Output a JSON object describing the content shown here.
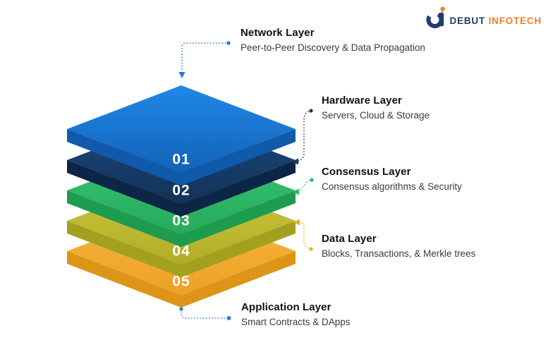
{
  "logo": {
    "brand_primary": "DEBUT",
    "brand_secondary": "INFOTECH",
    "primary_color": "#1e3a6e",
    "secondary_color": "#f0812c",
    "icon": "di-monogram-icon"
  },
  "diagram": {
    "type": "stacked-3d-layers",
    "number_text_color": "#ffffff",
    "layers": [
      {
        "number": "01",
        "title": "Network Layer",
        "subtitle": "Peer-to-Peer Discovery & Data Propagation",
        "top_color_light": "#2087e8",
        "top_color_dark": "#1263b6",
        "side_color": "#115aab",
        "connector_color": "#2678d8"
      },
      {
        "number": "02",
        "title": "Hardware Layer",
        "subtitle": "Servers, Cloud & Storage",
        "top_color_light": "#1c4b81",
        "top_color_dark": "#123158",
        "side_color": "#0d2546",
        "connector_color": "#1b3a63"
      },
      {
        "number": "03",
        "title": "Consensus Layer",
        "subtitle": "Consensus algorithms & Security",
        "top_color_light": "#35c676",
        "top_color_dark": "#26aa5a",
        "side_color": "#1d9b4e",
        "connector_color": "#2eb868"
      },
      {
        "number": "04",
        "title": "Data Layer",
        "subtitle": "Blocks, Transactions, & Merkle trees",
        "top_color_light": "#ccc83b",
        "top_color_dark": "#b1ad28",
        "side_color": "#a3a01f",
        "connector_color": "#dfb31e"
      },
      {
        "number": "05",
        "title": "Application Layer",
        "subtitle": "Smart Contracts & DApps",
        "top_color_light": "#f6b73f",
        "top_color_dark": "#eda125",
        "side_color": "#dd9518",
        "connector_color": "#2e7de0"
      }
    ]
  }
}
